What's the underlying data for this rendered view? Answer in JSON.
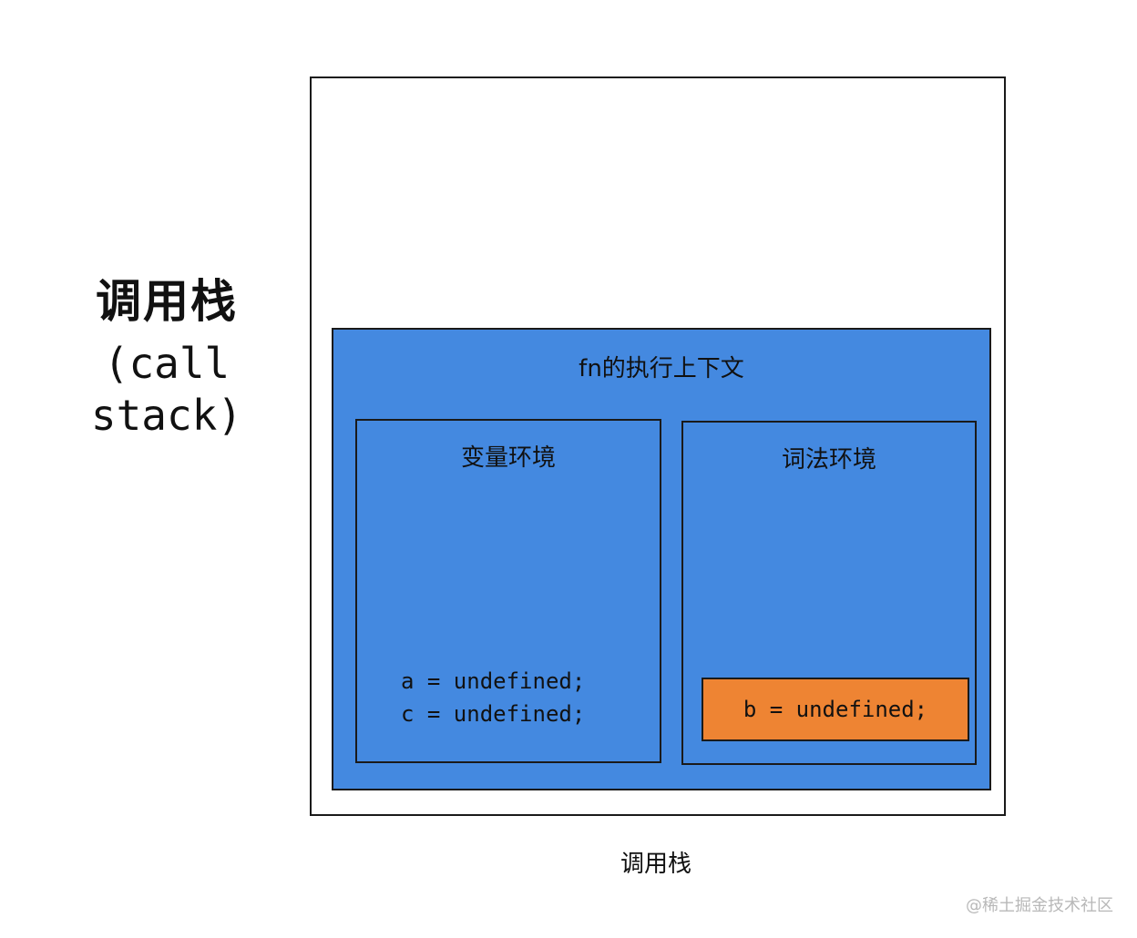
{
  "side_title": {
    "zh": "调用栈",
    "en": "(call stack)"
  },
  "context": {
    "title": "fn的执行上下文"
  },
  "variable_environment": {
    "title": "变量环境",
    "lines": [
      "a = undefined;",
      "c = undefined;"
    ]
  },
  "lexical_environment": {
    "title": "词法环境",
    "binding": "b = undefined;"
  },
  "caption": "调用栈",
  "watermark": "@稀土掘金技术社区",
  "colors": {
    "context_fill": "#4489e0",
    "binding_fill": "#ee8433",
    "stroke": "#1a1a1a"
  }
}
